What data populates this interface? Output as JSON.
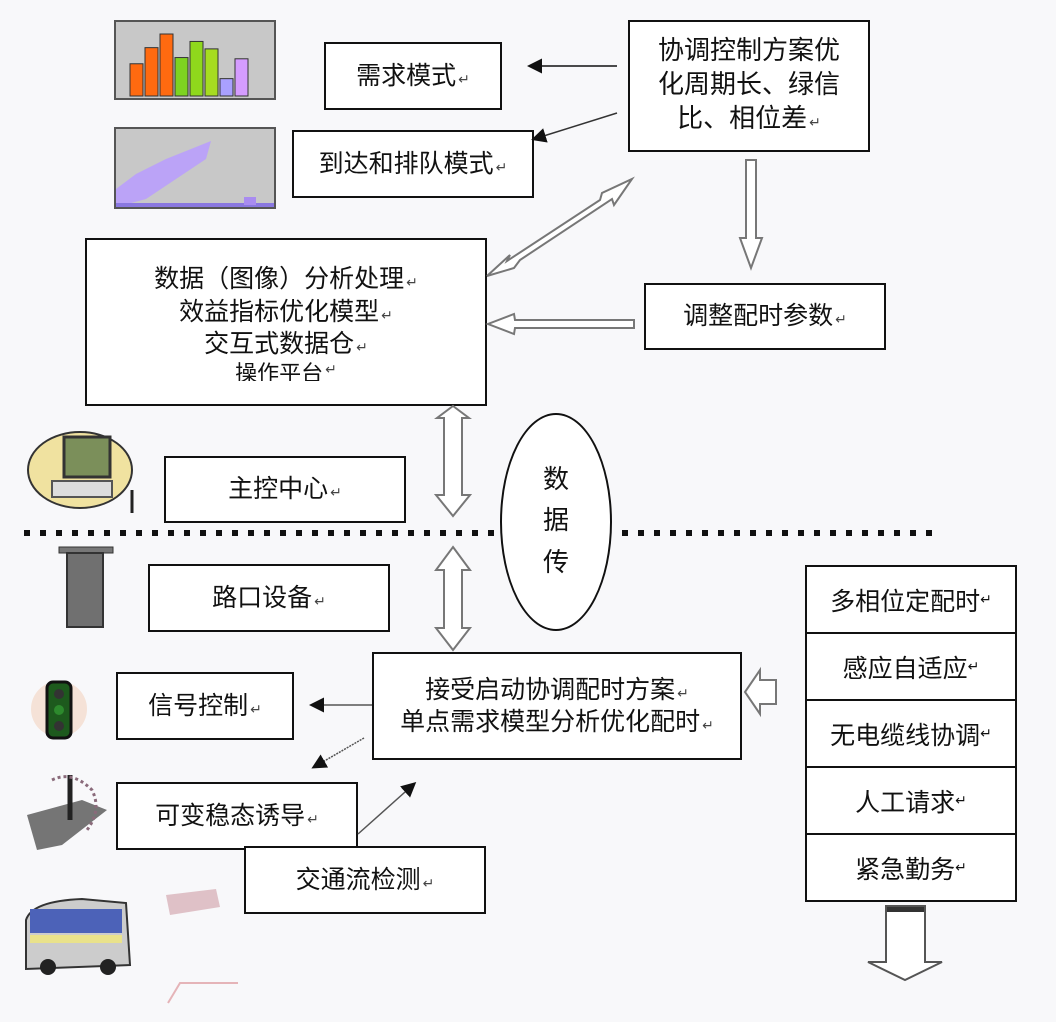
{
  "diagram": {
    "boxes": {
      "demand_mode": {
        "lines": [
          "需求模式"
        ]
      },
      "arrival_queue_mode": {
        "lines": [
          "到达和排队模式"
        ]
      },
      "coord_optimization": {
        "lines": [
          "协调控制方案优",
          "化周期长、绿信",
          "比、相位差"
        ]
      },
      "data_analysis": {
        "lines": [
          "数据（图像）分析处理",
          "效益指标优化模型",
          "交互式数据仓",
          "操作平台"
        ]
      },
      "adjust_timing": {
        "lines": [
          "调整配时参数"
        ]
      },
      "control_center": {
        "lines": [
          "主控中心"
        ]
      },
      "intersection_equipment": {
        "lines": [
          "路口设备"
        ]
      },
      "signal_control": {
        "lines": [
          "信号控制"
        ]
      },
      "local_optimization": {
        "lines": [
          "接受启动协调配时方案",
          "单点需求模型分析优化配时"
        ]
      },
      "variable_guidance": {
        "lines": [
          "可变稳态诱导"
        ]
      },
      "traffic_detection": {
        "lines": [
          "交通流检测"
        ]
      }
    },
    "data_transfer": {
      "chars": [
        "数",
        "据",
        "传"
      ]
    },
    "control_modes": [
      "多相位定配时",
      "感应自适应",
      "无电缆线协调",
      "人工请求",
      "紧急勤务"
    ],
    "return_mark": "↵",
    "icons": [
      "bar-chart-thumbnail",
      "area-chart-thumbnail",
      "computer-globe-icon",
      "signal-cabinet-icon",
      "traffic-light-icon",
      "road-junction-icon",
      "bus-icon"
    ],
    "thumb_bar_colors": [
      "#ff6a10",
      "#ff6a10",
      "#ff6a10",
      "#7ed321",
      "#8fd81c",
      "#a6dc20",
      "#a9a0ff",
      "#d59cff"
    ]
  }
}
